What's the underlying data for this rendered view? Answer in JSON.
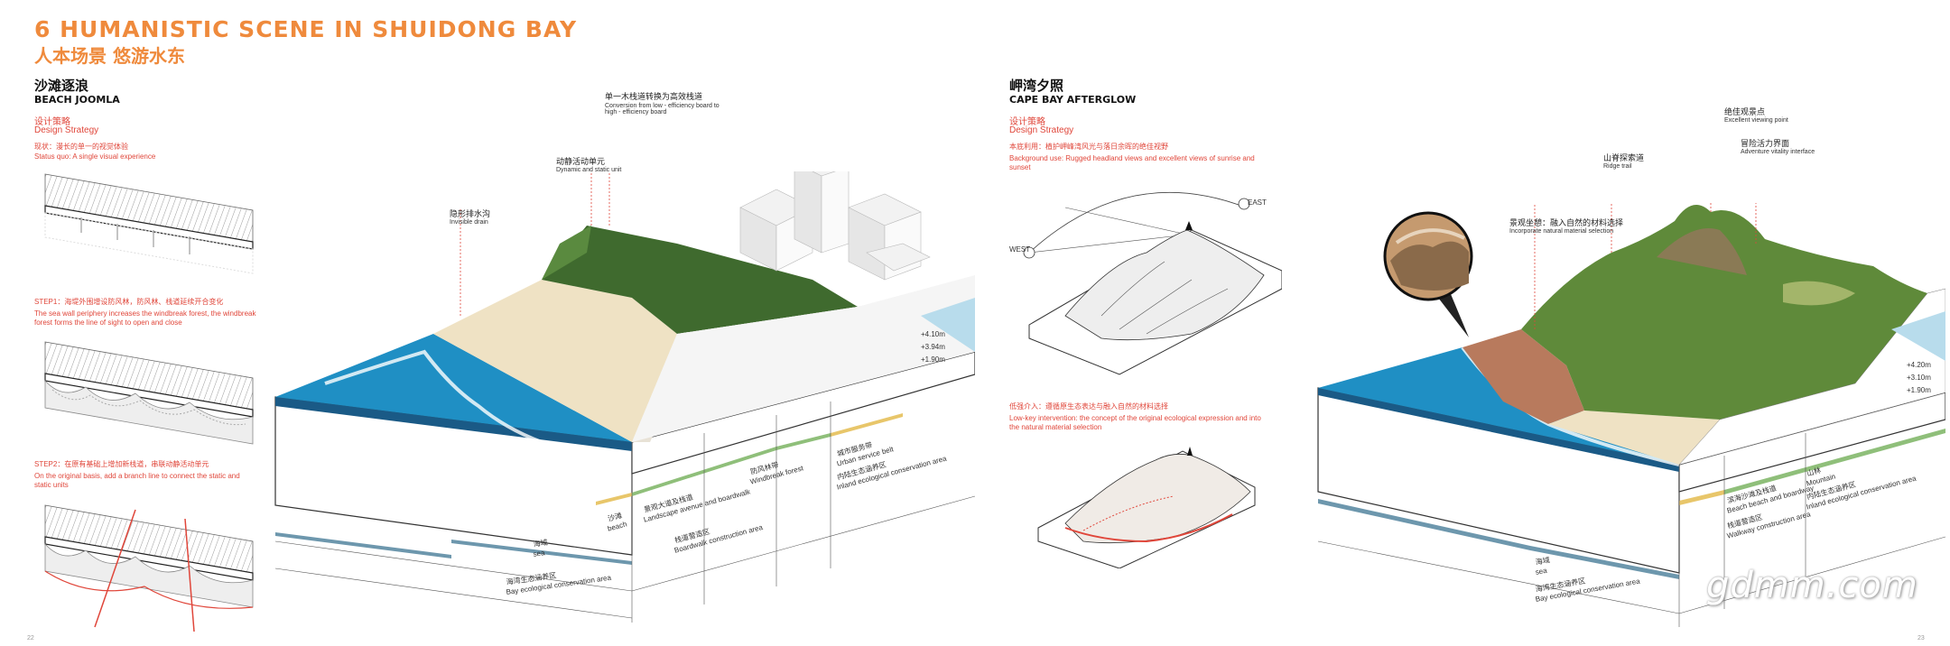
{
  "header": {
    "title_en": "6 HUMANISTIC SCENE IN SHUIDONG BAY",
    "title_cn": "人本场景 悠游水东"
  },
  "left_section": {
    "title_cn": "沙滩逐浪",
    "title_en": "BEACH JOOMLA",
    "strategy_cn": "设计策略",
    "strategy_en": "Design Strategy",
    "status_cn": "现状：漫长的单一的视觉体验",
    "status_en": "Status quo: A single visual experience",
    "step1_cn": "STEP1：海堤外围增设防风林，防风林、栈道延续开合变化",
    "step1_en": "The sea wall periphery increases the windbreak forest, the windbreak forest forms the line of sight to open and close",
    "step2_cn": "STEP2：在原有基础上增加新栈道，串联动静活动单元",
    "step2_en": "On the original basis, add a branch line to connect the static and static units",
    "annotations": [
      {
        "cn": "单一木栈道转换为高效栈道",
        "en": "Conversion from low - efficiency board to high - efficiency board"
      },
      {
        "cn": "动静活动单元",
        "en": "Dynamic and static unit"
      },
      {
        "cn": "隐形排水沟",
        "en": "Invisible drain"
      }
    ],
    "zones": [
      {
        "cn": "海域",
        "en": "sea"
      },
      {
        "cn": "海湾生态涵养区",
        "en": "Bay ecological conservation area"
      },
      {
        "cn": "沙滩",
        "en": "beach"
      },
      {
        "cn": "景观大道及栈道",
        "en": "Landscape avenue and boardwalk"
      },
      {
        "cn": "栈道营造区",
        "en": "Boardwalk construction area"
      },
      {
        "cn": "防风林带",
        "en": "Windbreak forest"
      },
      {
        "cn": "城市服务带",
        "en": "Urban service belt"
      },
      {
        "cn": "内陆生态涵养区",
        "en": "Inland ecological conservation area"
      }
    ],
    "elevations": [
      "+4.10m",
      "+3.94m",
      "+1.90m"
    ]
  },
  "right_section": {
    "title_cn": "岬湾夕照",
    "title_en": "CAPE BAY AFTERGLOW",
    "strategy_cn": "设计策略",
    "strategy_en": "Design Strategy",
    "status_cn": "本底利用：植护岬峰湾风光与落日余晖的绝佳视野",
    "status_en": "Background use: Rugged headland views and excellent views of sunrise and sunset",
    "sun_east": "EAST",
    "sun_west": "WEST",
    "intervention_cn": "低强介入：遵循原生态表达与融入自然的材料选择",
    "intervention_en": "Low-key intervention: the concept of the original ecological expression and into the natural material selection",
    "annotations": [
      {
        "cn": "绝佳观景点",
        "en": "Excellent viewing point"
      },
      {
        "cn": "冒险活力界面",
        "en": "Adventure vitality interface"
      },
      {
        "cn": "山脊探索道",
        "en": "Ridge trail"
      },
      {
        "cn": "景观坐憩：融入自然的材料选择",
        "en": "Incorporate natural material selection"
      }
    ],
    "zones": [
      {
        "cn": "海域",
        "en": "sea"
      },
      {
        "cn": "海湾生态涵养区",
        "en": "Bay ecological conservation area"
      },
      {
        "cn": "滨海沙滩及栈道",
        "en": "Beach beach and boardway"
      },
      {
        "cn": "栈道营造区",
        "en": "Walkway construction area"
      },
      {
        "cn": "山林",
        "en": "Mountain"
      },
      {
        "cn": "内陆生态涵养区",
        "en": "Inland ecological conservation area"
      }
    ],
    "elevations": [
      "+4.20m",
      "+3.10m",
      "+1.90m"
    ]
  },
  "footer": {
    "page_left": "22",
    "page_right": "23",
    "watermark": "gdmm.com"
  },
  "colors": {
    "accent_orange": "#ef8a3c",
    "label_red": "#e0463a",
    "sea_blue": "#1f8fc4",
    "sand": "#efe2c4",
    "forest_green": "#3f6a2e",
    "band_blue": "#6d97ad",
    "band_green": "#8fbf7a",
    "band_yellow": "#e8c66a"
  }
}
